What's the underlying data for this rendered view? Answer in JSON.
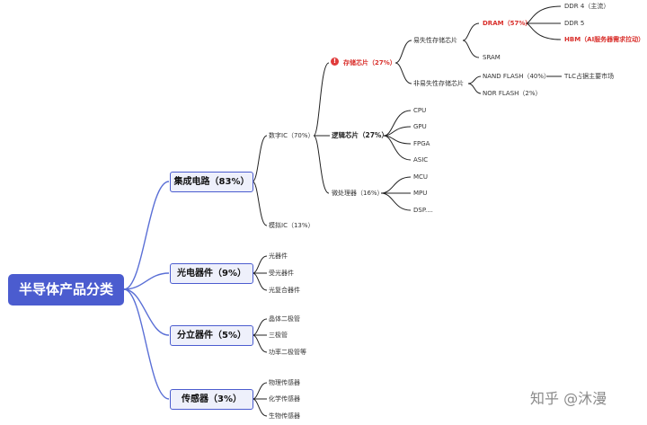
{
  "root": "半导体产品分类",
  "categories": {
    "ic": "集成电路（83%）",
    "opto": "光电器件（9%）",
    "discrete": "分立器件（5%）",
    "sensor": "传感器（3%）"
  },
  "ic_children": {
    "digital": "数字IC（70%）",
    "analog": "模拟IC（13%）"
  },
  "digital_children": {
    "memory": "存储芯片（27%）",
    "logic": "逻辑芯片（27%）",
    "micro": "微处理器（16%）"
  },
  "memory_children": {
    "volatile": "易失性存储芯片",
    "nonvolatile": "非易失性存储芯片"
  },
  "volatile_children": {
    "dram": "DRAM（57%）",
    "sram": "SRAM"
  },
  "dram_children": [
    "DDR 4（主流）",
    "DDR 5",
    "HBM（AI服务器需求拉动）"
  ],
  "nonvolatile_children": {
    "nand": "NAND FLASH（40%）",
    "nor": "NOR FLASH（2%）"
  },
  "nand_note": "TLC占据主要市场",
  "logic_children": [
    "CPU",
    "GPU",
    "FPGA",
    "ASIC"
  ],
  "micro_children": [
    "MCU",
    "MPU",
    "DSP...."
  ],
  "opto_children": [
    "光器件",
    "受光器件",
    "光复合器件"
  ],
  "discrete_children": [
    "晶体二极管",
    "三极管",
    "功率二极管等"
  ],
  "sensor_children": [
    "物理传感器",
    "化学传感器",
    "生物传感器"
  ],
  "warning_glyph": "!",
  "watermark": "知乎 @沐漫",
  "colors": {
    "accent": "#4b5ccf",
    "highlight": "#d9302c",
    "line_blue": "#5a6fd6",
    "line_dark": "#222222",
    "line_gray": "#888888"
  }
}
